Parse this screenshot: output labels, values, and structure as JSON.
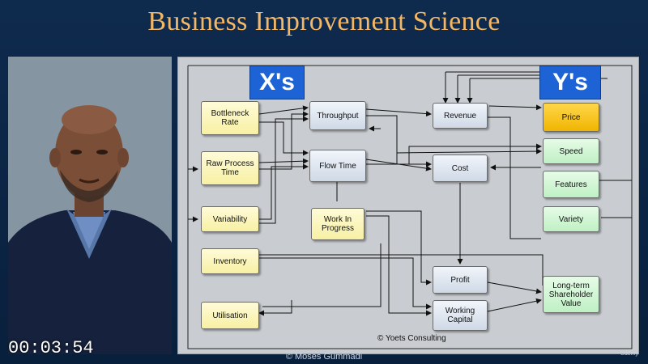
{
  "slide": {
    "title": "Business Improvement Science",
    "footer": "© Moses Gummadi",
    "brand": "Udemy"
  },
  "video": {
    "timestamp": "00:03:54"
  },
  "diagram": {
    "x_header": "X's",
    "y_header": "Y's",
    "copyright": "© Yoets Consulting",
    "x_nodes": [
      "Bottleneck\nRate",
      "Raw Process\nTime",
      "Variability",
      "Inventory",
      "Utilisation"
    ],
    "mid_nodes": {
      "throughput": "Throughput",
      "flow_time": "Flow Time",
      "wip": "Work In\nProgress"
    },
    "center_nodes": {
      "revenue": "Revenue",
      "cost": "Cost",
      "profit": "Profit",
      "working_capital": "Working\nCapital"
    },
    "y_nodes": {
      "price": "Price",
      "speed": "Speed",
      "features": "Features",
      "variety": "Variety",
      "shareholder": "Long-term\nShareholder\nValue"
    },
    "colors": {
      "header_blue": "#1e63d6",
      "x_nodes": "#f7f0a3",
      "y_nodes": "#bff0c4",
      "price": "#f0b500",
      "center_nodes": "#cfd9e6"
    }
  }
}
